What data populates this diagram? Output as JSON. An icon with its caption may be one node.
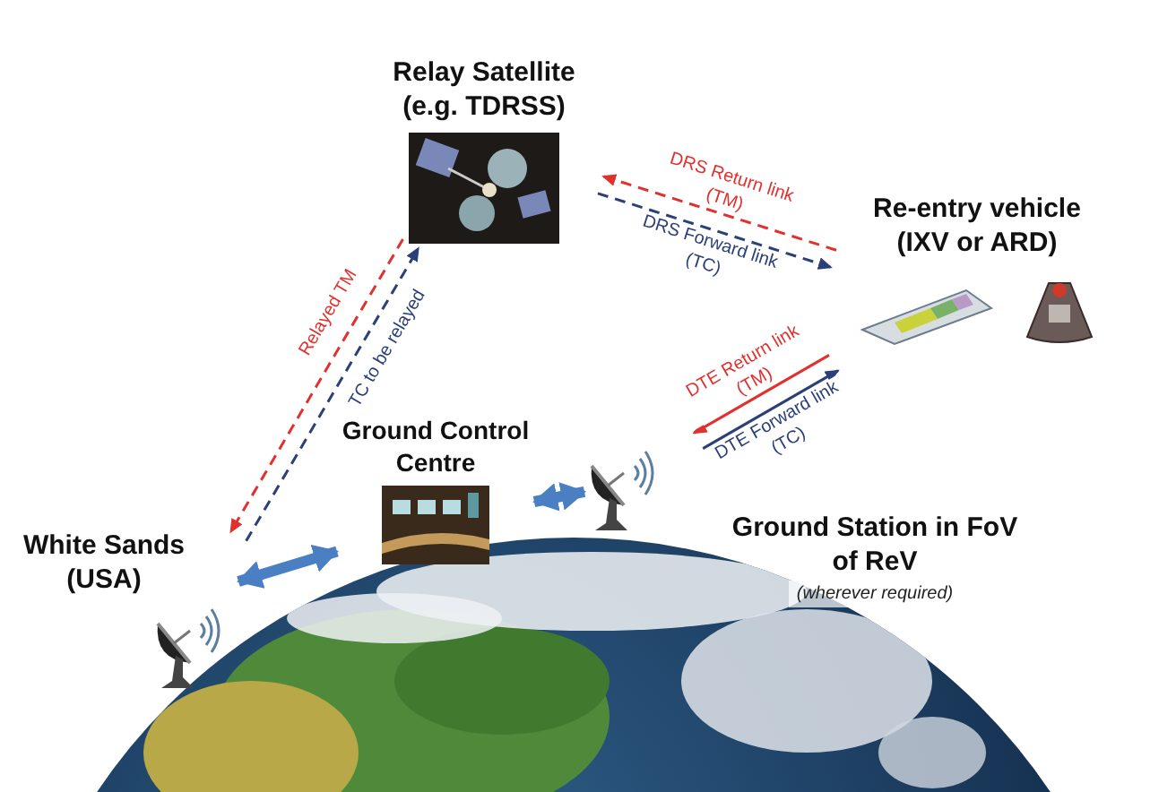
{
  "diagram": {
    "nodes": [
      {
        "text": [
          "Relay Satellite (e.g. TDRSS)"
        ]
      },
      {
        "text": [
          "Re-entry vehicle (IXV or ARD)"
        ]
      },
      {
        "text": [
          "Ground Control Centre"
        ]
      },
      {
        "text": [
          "White Sands (USA)"
        ]
      },
      {
        "text": [
          "Ground Station in FoV of ReV",
          "(wherever required)"
        ]
      }
    ],
    "edges": [
      {
        "from": 1,
        "to": 0,
        "arrow": "to",
        "label": "DRS Return link (TM)",
        "style": "dashed",
        "color": "#e0312f"
      },
      {
        "from": 0,
        "to": 1,
        "arrow": "to",
        "label": "DRS Forward link (TC)",
        "style": "dashed",
        "color": "#2b3f78"
      },
      {
        "from": 0,
        "to": 3,
        "arrow": "to",
        "label": "Relayed TM",
        "style": "dashed",
        "color": "#e0312f"
      },
      {
        "from": 3,
        "to": 0,
        "arrow": "to",
        "label": "TC to be relayed",
        "style": "dashed",
        "color": "#2b3f78"
      },
      {
        "from": 3,
        "to": 2,
        "arrow": "both",
        "style": "thick",
        "color": "#4a7fc4"
      },
      {
        "from": 2,
        "to": 4,
        "arrow": "both",
        "style": "thick",
        "color": "#4a7fc4"
      },
      {
        "from": 1,
        "to": 4,
        "arrow": "to",
        "label": "DTE Return link (TM)",
        "color": "#e0312f"
      },
      {
        "from": 4,
        "to": 1,
        "arrow": "to",
        "label": "DTE Forward link (TC)",
        "color": "#2b3f78"
      }
    ]
  }
}
